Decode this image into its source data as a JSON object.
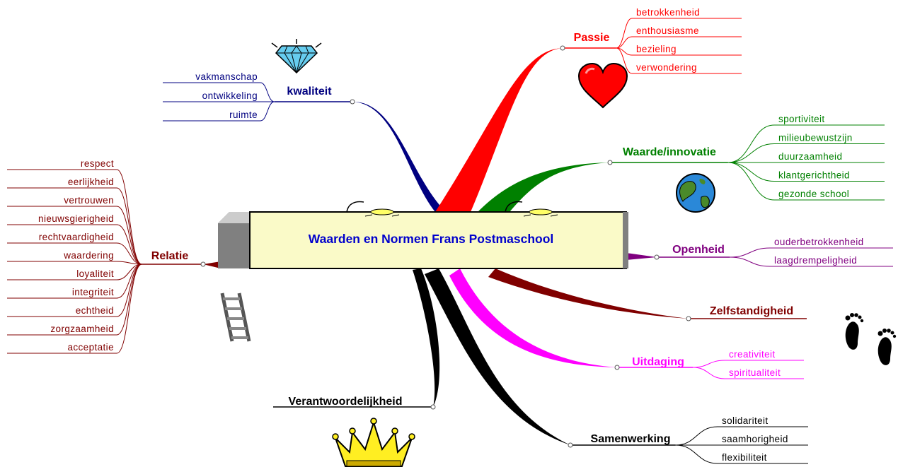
{
  "center": {
    "title": "Waarden en Normen Frans Postmaschool"
  },
  "branches": [
    {
      "key": "kwaliteit",
      "title": "kwaliteit",
      "color": "#000080",
      "items": [
        "vakmanschap",
        "ontwikkeling",
        "ruimte"
      ]
    },
    {
      "key": "passie",
      "title": "Passie",
      "color": "#ff0000",
      "items": [
        "betrokkenheid",
        "enthousiasme",
        "bezieling",
        "verwondering"
      ]
    },
    {
      "key": "waarde",
      "title": "Waarde/innovatie",
      "color": "#008000",
      "items": [
        "sportiviteit",
        "milieubewustzijn",
        "duurzaamheid",
        "klantgerichtheid",
        "gezonde school"
      ]
    },
    {
      "key": "openheid",
      "title": "Openheid",
      "color": "#800080",
      "items": [
        "ouderbetrokkenheid",
        "laagdrempeligheid"
      ]
    },
    {
      "key": "zelfstandigheid",
      "title": "Zelfstandigheid",
      "color": "#800000",
      "items": []
    },
    {
      "key": "uitdaging",
      "title": "Uitdaging",
      "color": "#ff00ff",
      "items": [
        "creativiteit",
        "spiritualiteit"
      ]
    },
    {
      "key": "samenwerking",
      "title": "Samenwerking",
      "color": "#000000",
      "items": [
        "solidariteit",
        "saamhorigheid",
        "flexibiliteit"
      ]
    },
    {
      "key": "verantwoordelijkheid",
      "title": "Verantwoordelijkheid",
      "color": "#000000",
      "items": []
    },
    {
      "key": "relatie",
      "title": "Relatie",
      "color": "#800000",
      "items": [
        "respect",
        "eerlijkheid",
        "vertrouwen",
        "nieuwsgierigheid",
        "rechtvaardigheid",
        "waardering",
        "loyaliteit",
        "integriteit",
        "echtheid",
        "zorgzaamheid",
        "acceptatie"
      ]
    }
  ],
  "icons": [
    "diamond-icon",
    "heart-icon",
    "globe-icon",
    "footprints-icon",
    "ladder-icon",
    "crown-icon",
    "lamp-icon"
  ],
  "colors": {
    "center_fill": "#ffffcc",
    "center_text": "#0000cc",
    "box_side": "#808080"
  }
}
